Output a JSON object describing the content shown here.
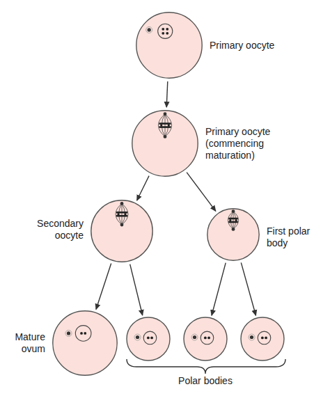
{
  "diagram": {
    "nodes": [
      {
        "text": [
          "Primary oocyte"
        ]
      },
      {
        "text": [
          "Primary oocyte (commencing maturation)"
        ]
      },
      {
        "text": [
          "Secondary oocyte"
        ]
      },
      {
        "text": [
          "First polar body"
        ]
      },
      {
        "text": [
          "Mature ovum"
        ]
      }
    ],
    "edges": [
      {
        "from": 0,
        "to": 1,
        "arrow": "to"
      },
      {
        "from": 1,
        "to": 2,
        "arrow": "to"
      },
      {
        "from": 1,
        "to": 3,
        "arrow": "to"
      },
      {
        "from": 2,
        "to": 4,
        "arrow": "to"
      }
    ],
    "labels": [
      "Polar bodies"
    ]
  }
}
